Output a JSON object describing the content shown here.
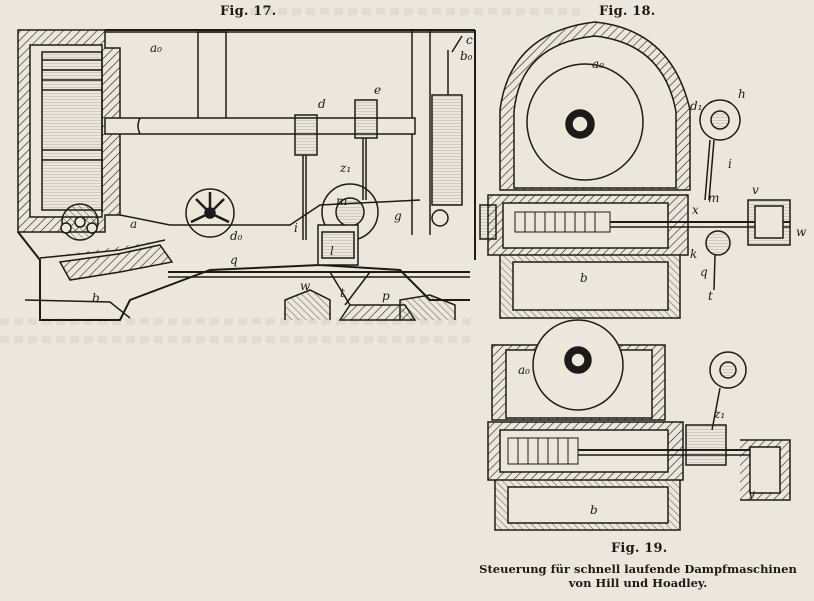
{
  "figures": {
    "fig17_label": "Fig. 17.",
    "fig18_label": "Fig. 18.",
    "fig19_label": "Fig. 19."
  },
  "caption": {
    "line1": "Steuerung für schnell laufende Dampfmaschinen",
    "line2": "von Hill und Hoadley."
  },
  "annotations": {
    "fig17": [
      "a₀",
      "b₀",
      "c",
      "d",
      "e",
      "z₁",
      "i",
      "m",
      "l",
      "g",
      "a",
      "d₀",
      "b",
      "q",
      "w",
      "t",
      "p"
    ],
    "fig18": [
      "a₀",
      "d₁",
      "h",
      "i",
      "v",
      "x",
      "m",
      "w",
      "k",
      "q",
      "t",
      "b"
    ],
    "fig19": [
      "a₀",
      "z₁",
      "y",
      "b"
    ]
  }
}
